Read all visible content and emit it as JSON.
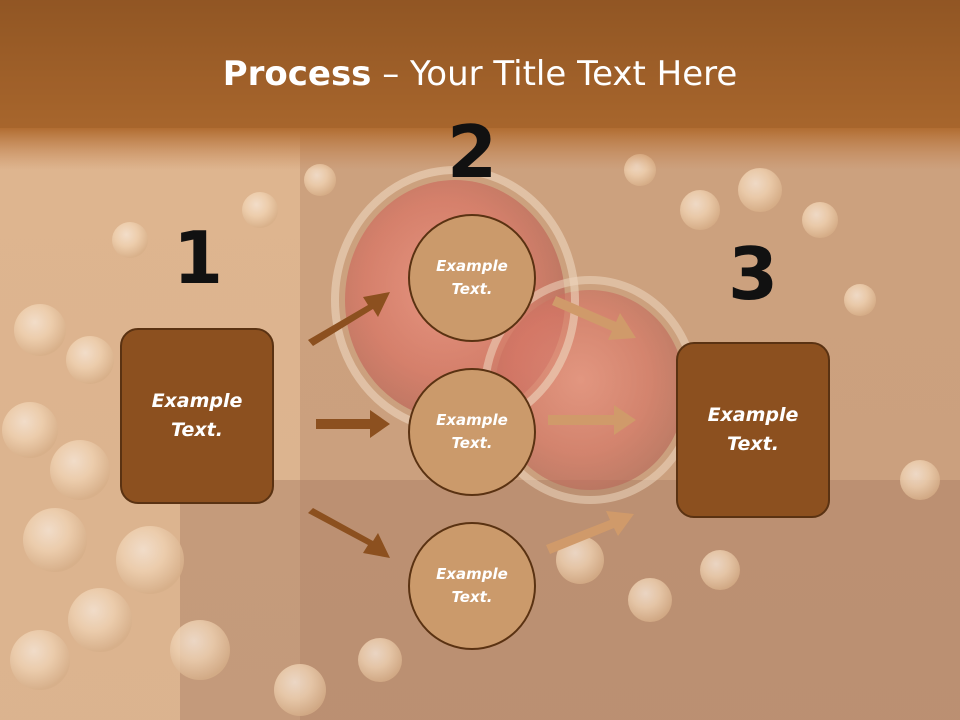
{
  "title": {
    "bold": "Process",
    "rest": " – Your Title Text Here"
  },
  "steps": [
    {
      "number": "1",
      "text": "Example Text."
    },
    {
      "number": "2",
      "text": "Example Text."
    },
    {
      "number": "3",
      "text": "Example Text."
    }
  ],
  "nodes": [
    {
      "text": "Example Text."
    },
    {
      "text": "Example Text."
    },
    {
      "text": "Example Text."
    }
  ],
  "colors": {
    "header": "#a0612a",
    "box": "#8c501f",
    "circle": "#cb9a6b",
    "arrow_dark": "#8c501f",
    "arrow_light": "#d09a6a"
  }
}
